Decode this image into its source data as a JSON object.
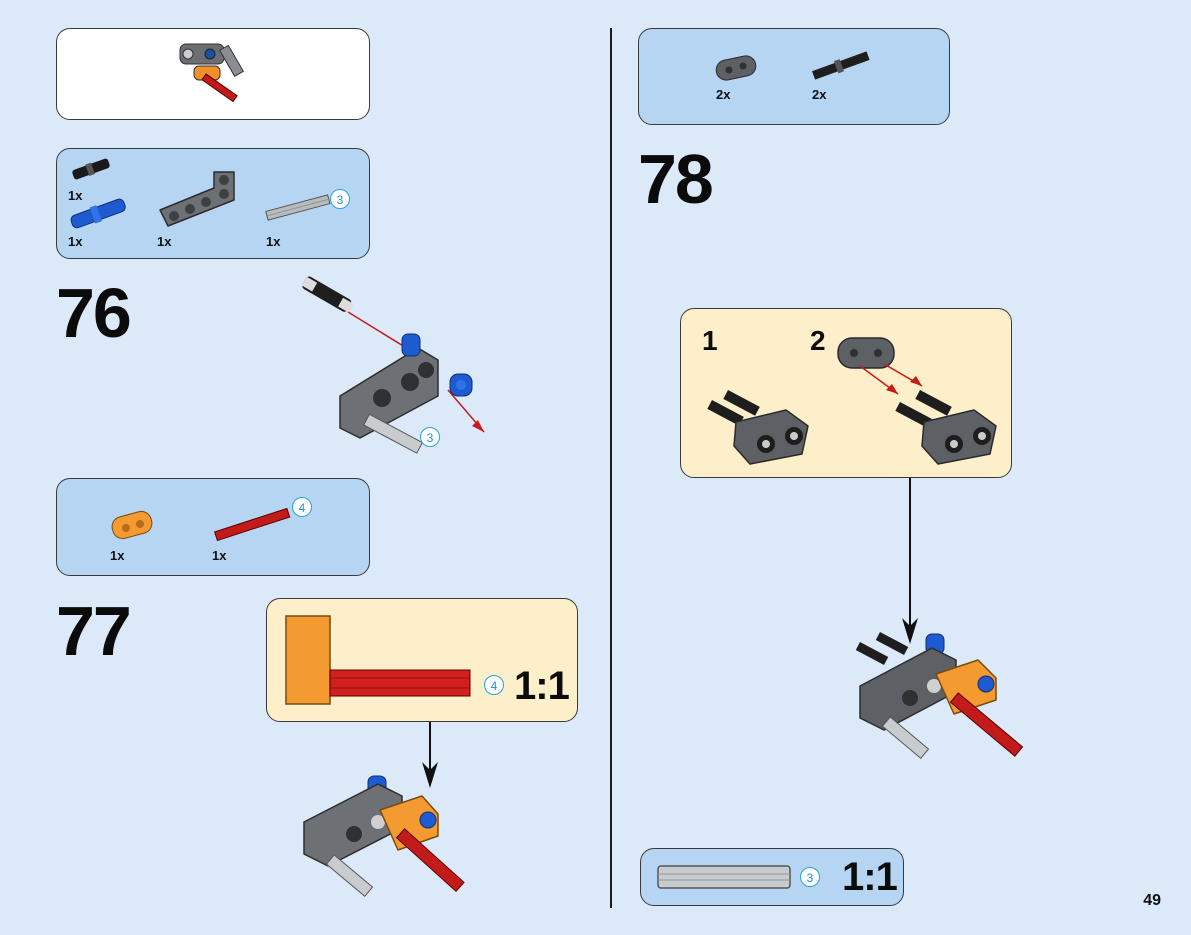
{
  "steps": [
    {
      "number": "76"
    },
    {
      "number": "77"
    },
    {
      "number": "78"
    }
  ],
  "parts_76": {
    "q1": "1x",
    "q2": "1x",
    "q3": "1x",
    "q4": "1x",
    "len": "3"
  },
  "step76_len": "3",
  "parts_77": {
    "q1": "1x",
    "q2": "1x",
    "len": "4"
  },
  "callout_77": {
    "len": "4",
    "ratio": "1:1"
  },
  "parts_78": {
    "q1": "2x",
    "q2": "2x"
  },
  "sub_78": {
    "s1": "1",
    "s2": "2"
  },
  "callout_78": {
    "len": "3",
    "ratio": "1:1"
  },
  "page_number": "49"
}
